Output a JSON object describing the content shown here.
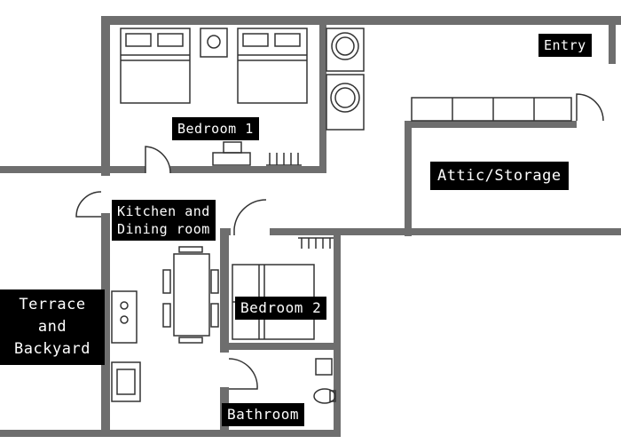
{
  "rooms": {
    "entry": "Entry",
    "bedroom1": "Bedroom 1",
    "attic": "Attic/Storage",
    "kitchen": "Kitchen and\nDining room",
    "terrace": "Terrace\nand\nBackyard",
    "bedroom2": "Bedroom 2",
    "bathroom": "Bathroom"
  },
  "colors": {
    "wall": "#6e6e6e",
    "label_bg": "#000000",
    "label_text": "#ffffff",
    "line": "#333333"
  }
}
